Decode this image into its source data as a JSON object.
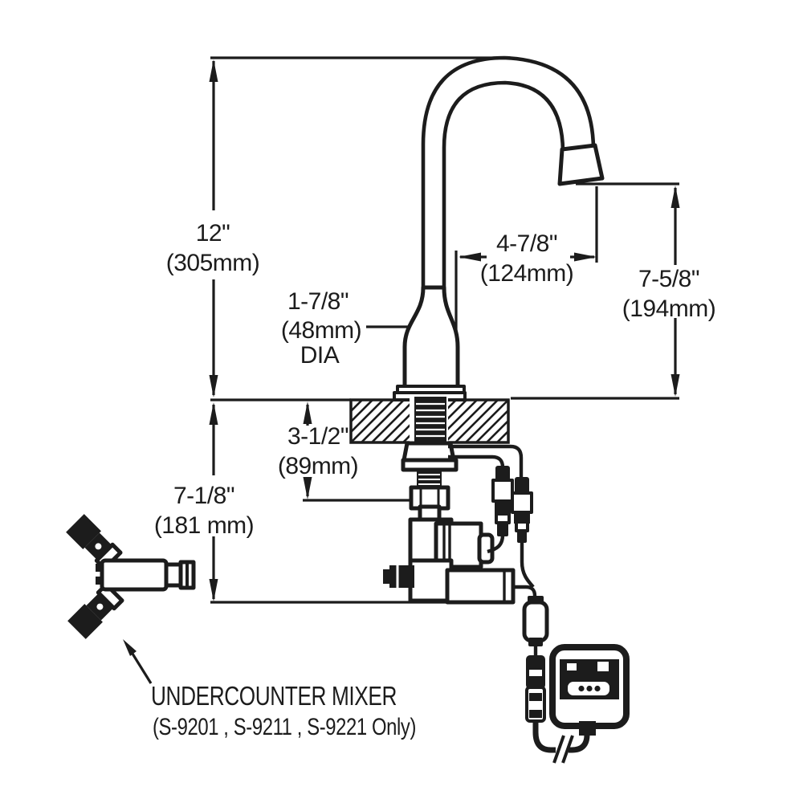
{
  "diagram": {
    "kind": "technical-dimension-drawing",
    "subject": "Gooseneck sensor faucet with deck mount, below-deck solenoid valve, cable connectors, control box and undercounter mixer",
    "ink_color": "#1c1c1c",
    "background_color": "#ffffff"
  },
  "dimensions": {
    "overall_height": {
      "imperial": "12\"",
      "metric": "(305mm)"
    },
    "spout_reach": {
      "imperial": "4-7/8\"",
      "metric": "(124mm)"
    },
    "spout_outlet_height": {
      "imperial": "7-5/8\"",
      "metric": "(194mm)"
    },
    "base_diameter": {
      "imperial": "1-7/8\"",
      "metric": "(48mm)",
      "qualifier": "DIA"
    },
    "max_deck_thickness": {
      "imperial": "3-1/2\"",
      "metric": "(89mm)"
    },
    "below_deck_clearance": {
      "imperial": "7-1/8\"",
      "metric": "(181 mm)"
    }
  },
  "callouts": {
    "mixer_title": "UNDERCOUNTER MIXER",
    "mixer_models": "(S-9201 , S-9211 , S-9221  Only)"
  }
}
